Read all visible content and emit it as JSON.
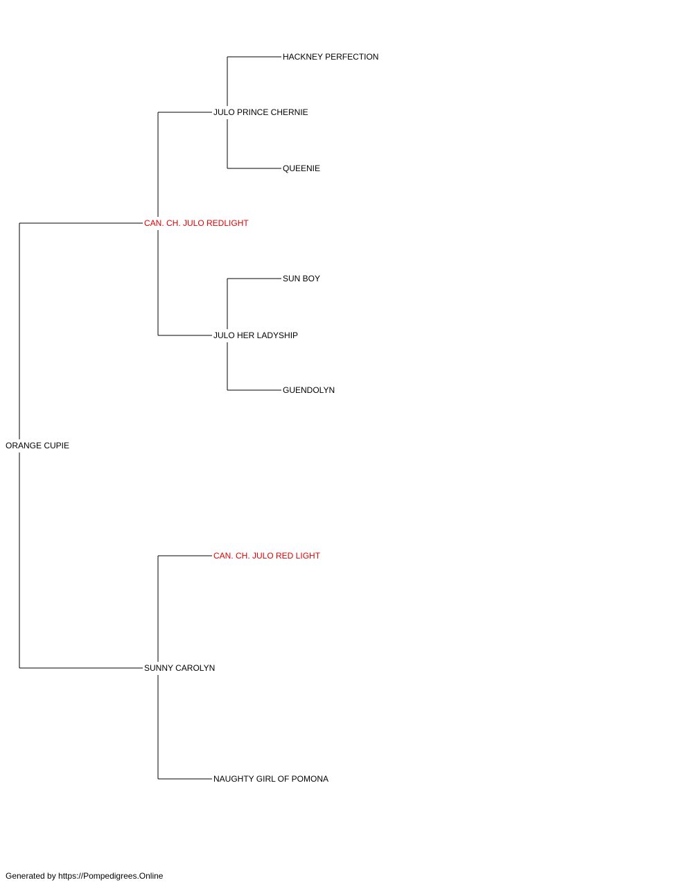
{
  "colors": {
    "default_name": "#000000",
    "highlight_name": "#e00000",
    "line": "#000000"
  },
  "pedigree": {
    "name": "ORANGE CUPIE",
    "highlight": false,
    "sire": {
      "name": "CAN. CH. JULO REDLIGHT",
      "highlight": true,
      "sire": {
        "name": "JULO PRINCE CHERNIE",
        "highlight": false,
        "sire": {
          "name": "HACKNEY PERFECTION",
          "highlight": false
        },
        "dam": {
          "name": "QUEENIE",
          "highlight": false
        }
      },
      "dam": {
        "name": "JULO HER LADYSHIP",
        "highlight": false,
        "sire": {
          "name": "SUN BOY",
          "highlight": false
        },
        "dam": {
          "name": "GUENDOLYN",
          "highlight": false
        }
      }
    },
    "dam": {
      "name": "SUNNY CAROLYN",
      "highlight": false,
      "sire": {
        "name": "CAN. CH. JULO RED LIGHT",
        "highlight": true
      },
      "dam": {
        "name": "NAUGHTY GIRL OF POMONA",
        "highlight": false
      }
    }
  },
  "footer": {
    "text": "Generated by https://Pompedigrees.Online"
  }
}
